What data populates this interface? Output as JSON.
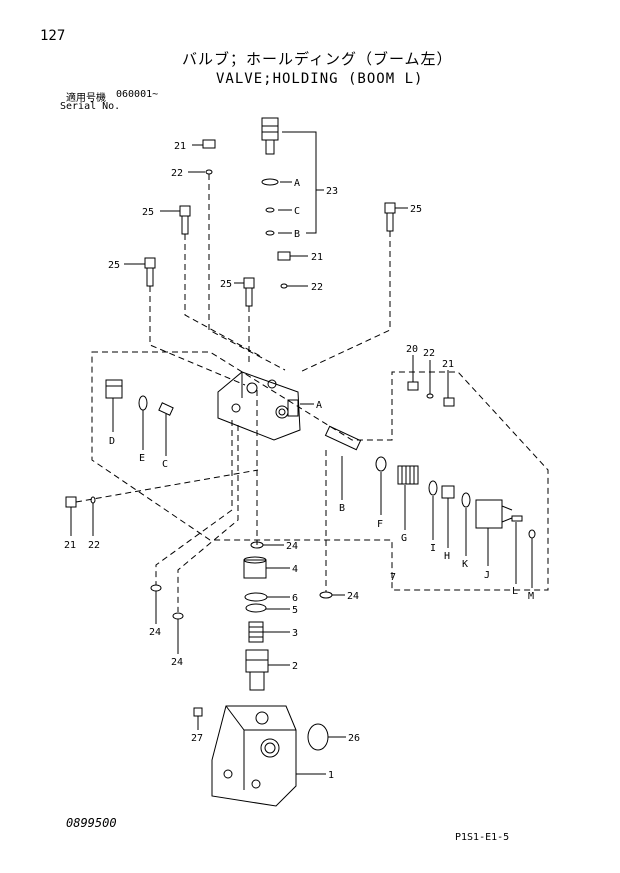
{
  "header": {
    "page_number": "127",
    "title_jp": "バルブ；ホールディング（ブーム左）",
    "title_en": "VALVE;HOLDING (BOOM L)",
    "serial_label_jp": "適用号機",
    "serial_value": "060001~",
    "serial_label_en": "Serial No."
  },
  "footer": {
    "doc_code": "0899500",
    "page_code": "P1S1-E1-5"
  },
  "callouts": {
    "c21": "21",
    "c22": "22",
    "c23": "23",
    "c25": "25",
    "c20": "20",
    "c24": "24",
    "c1": "1",
    "c2": "2",
    "c3": "3",
    "c4": "4",
    "c5": "5",
    "c6": "6",
    "c7": "7",
    "c26": "26",
    "c27": "27",
    "A": "A",
    "B": "B",
    "C": "C",
    "D": "D",
    "E": "E",
    "F": "F",
    "G": "G",
    "H": "H",
    "I": "I",
    "J": "J",
    "K": "K",
    "L": "L",
    "M": "M"
  }
}
